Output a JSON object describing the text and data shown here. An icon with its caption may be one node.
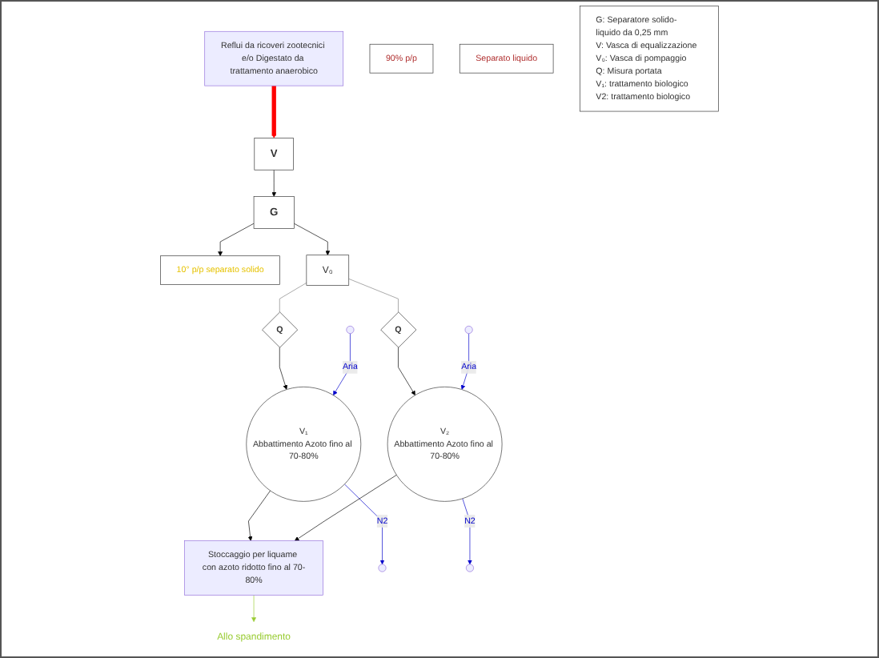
{
  "diagram": {
    "nodes": [
      {
        "text": [
          "Reflui da ricoveri zootecnici e/o Digestato da trattamento anaerobico"
        ]
      },
      {
        "text": [
          "V"
        ]
      },
      {
        "text": [
          "G"
        ]
      },
      {
        "text": [
          "10° p/p separato solido"
        ]
      },
      {
        "text": [
          "90% p/p"
        ]
      },
      {
        "text": [
          "Separato liquido"
        ]
      },
      {
        "text": [
          "V₀"
        ]
      },
      {
        "text": [
          "Q"
        ]
      },
      {
        "text": [
          "Q"
        ]
      },
      {
        "text": [
          "V₁",
          "Abbattimento Azoto fino al 70-80%"
        ]
      },
      {
        "text": [
          "V₂",
          "Abbattimento Azoto fino al 70-80%"
        ]
      },
      {
        "text": [
          "Stoccaggio per liquame con azoto ridotto fino al 70-80%"
        ]
      },
      {
        "text": [
          "Allo spandimento"
        ]
      },
      {
        "text": [
          "G: Separatore solido-liquido da 0,25 mm",
          "V: Vasca di equalizzazione",
          "V₀: Vasca di pompaggio",
          "Q: Misura portata",
          "V₁: trattamento biologico",
          "V2: trattamento biologico"
        ]
      }
    ],
    "edges": [
      {
        "from": 0,
        "to": 1,
        "arrow": "to",
        "style": "thick",
        "color": "#ff0000"
      },
      {
        "from": 1,
        "to": 2,
        "arrow": "to"
      },
      {
        "from": 2,
        "to": 6,
        "arrow": "to"
      },
      {
        "from": 2,
        "to": 3,
        "arrow": "to"
      },
      {
        "from": 6,
        "to": 7,
        "arrow": "none",
        "color": "#808080"
      },
      {
        "from": 6,
        "to": 8,
        "arrow": "none",
        "color": "#808080"
      },
      {
        "from": 7,
        "to": 9,
        "arrow": "to"
      },
      {
        "from": 8,
        "to": 10,
        "arrow": "to"
      },
      {
        "from": null,
        "to": 9,
        "arrow": "to",
        "label": "Aria",
        "color": "#0000cc"
      },
      {
        "from": null,
        "to": 10,
        "arrow": "to",
        "label": "Aria",
        "color": "#0000cc"
      },
      {
        "from": 9,
        "to": null,
        "arrow": "to",
        "label": "N2",
        "color": "#0000cc"
      },
      {
        "from": 10,
        "to": null,
        "arrow": "to",
        "label": "N2",
        "color": "#0000cc"
      },
      {
        "from": 9,
        "to": 11,
        "arrow": "to"
      },
      {
        "from": 10,
        "to": 11,
        "arrow": "to"
      },
      {
        "from": 11,
        "to": 12,
        "arrow": "to",
        "color": "#99cc33"
      }
    ]
  }
}
